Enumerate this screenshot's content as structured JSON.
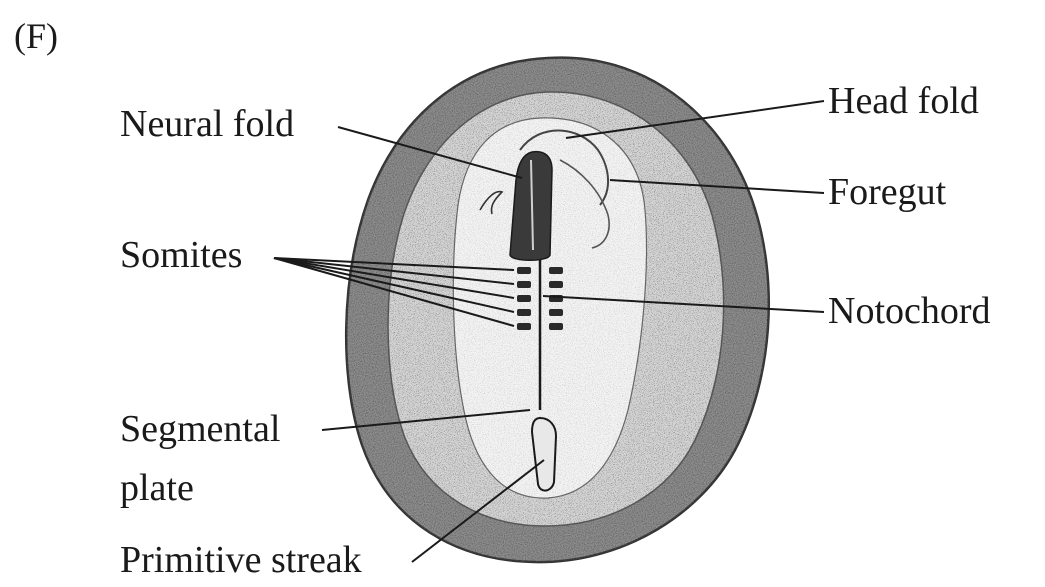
{
  "figure": {
    "panel_letter": "(F)",
    "labels": {
      "neural_fold": "Neural fold",
      "head_fold": "Head fold",
      "foregut": "Foregut",
      "somites": "Somites",
      "notochord": "Notochord",
      "segmental_plate_line1": "Segmental",
      "segmental_plate_line2": "plate",
      "primitive_streak": "Primitive streak"
    }
  },
  "colors": {
    "ink": "#1a1a1a",
    "outer_ring": "#8f8f8f",
    "inner_area": "#d4d4d4",
    "pellucida": "#f3f3f3",
    "neural_groove": "#3a3a3a"
  }
}
